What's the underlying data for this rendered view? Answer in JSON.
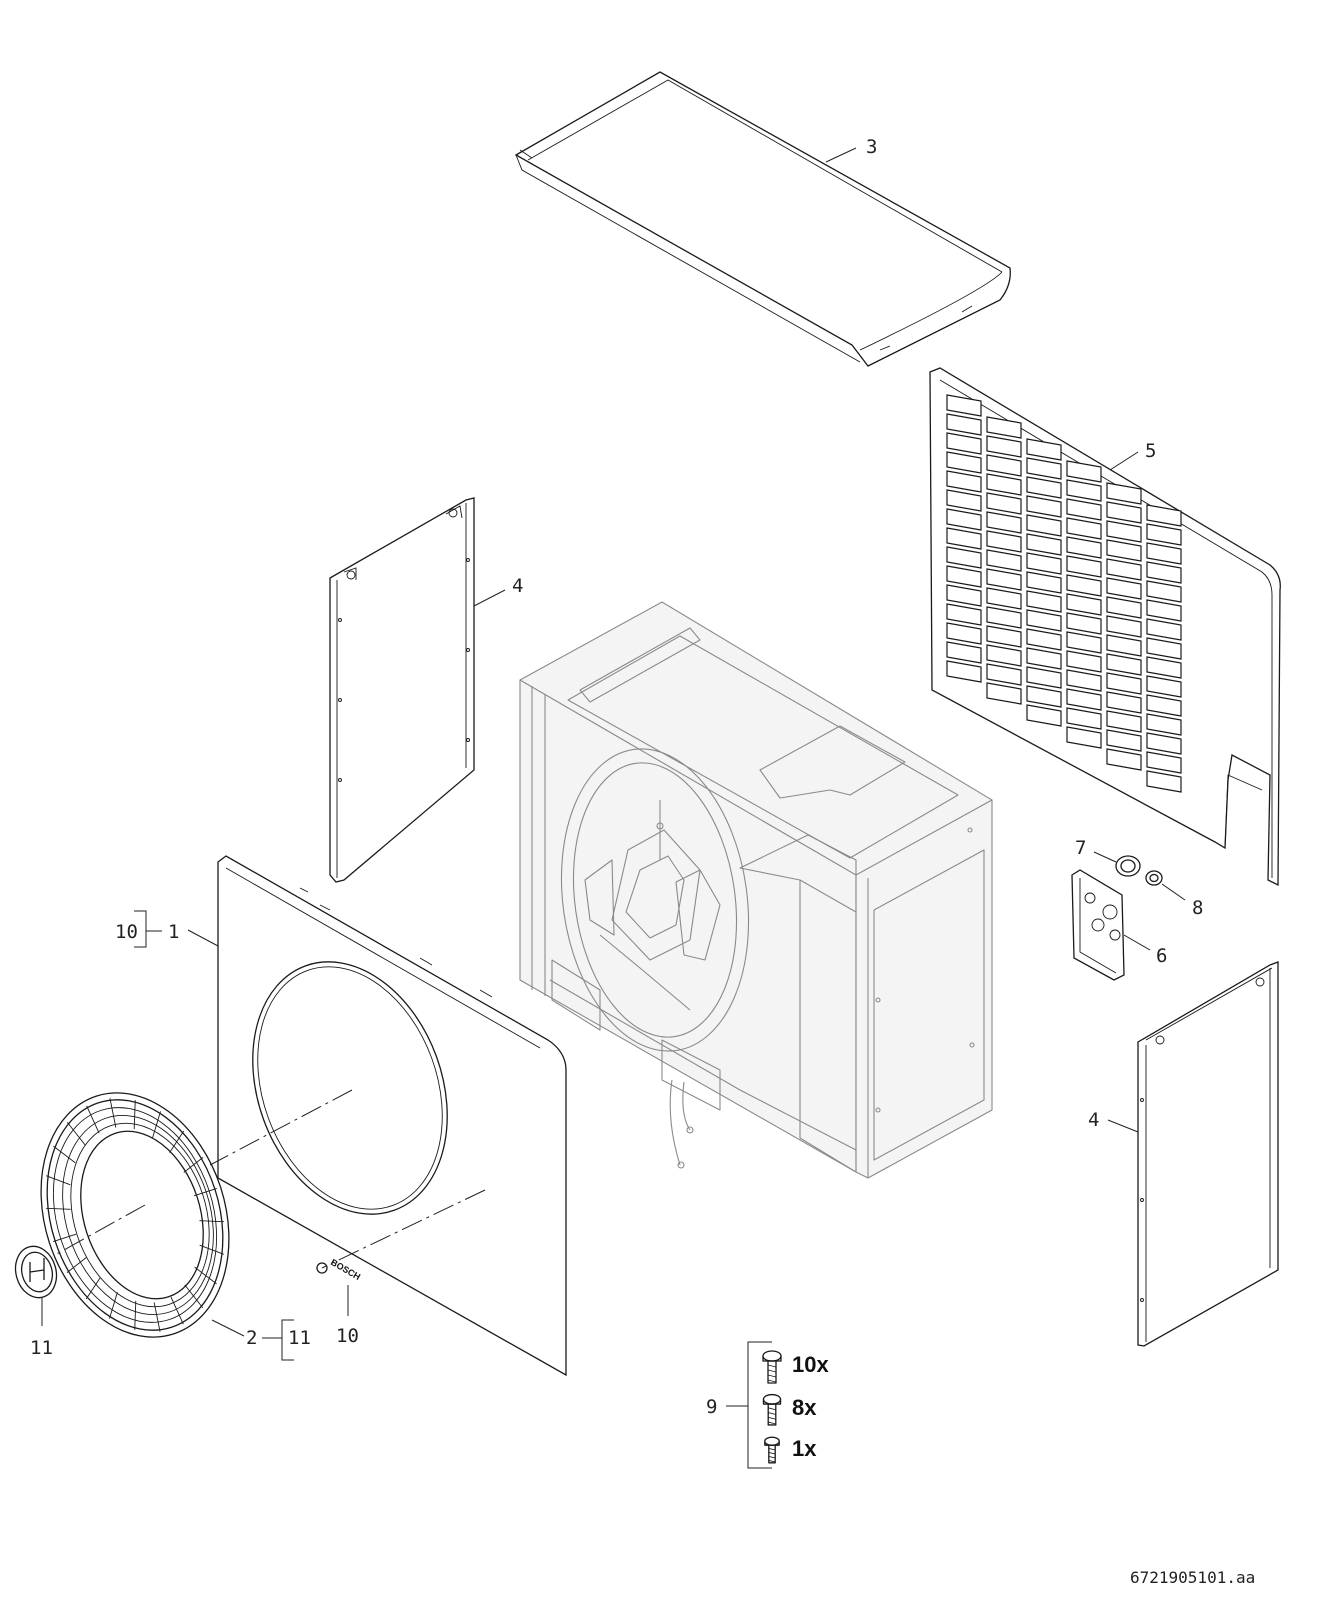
{
  "callouts": {
    "top_cover": "3",
    "rear_grille": "5",
    "side_panel_left": "4",
    "side_panel_right": "4",
    "front_panel": "1",
    "front_panel_group": "10",
    "fan_guard": "2",
    "fan_guard_group": "11",
    "logo_disc": "11",
    "front_badge": "10",
    "connection_plate": "6",
    "grommet_large": "7",
    "grommet_small": "8",
    "screw_set": "9"
  },
  "screws": [
    {
      "qty": "10x"
    },
    {
      "qty": "8x"
    },
    {
      "qty": "1x"
    }
  ],
  "badge_text": "BOSCH",
  "document_id": "6721905101.aa"
}
